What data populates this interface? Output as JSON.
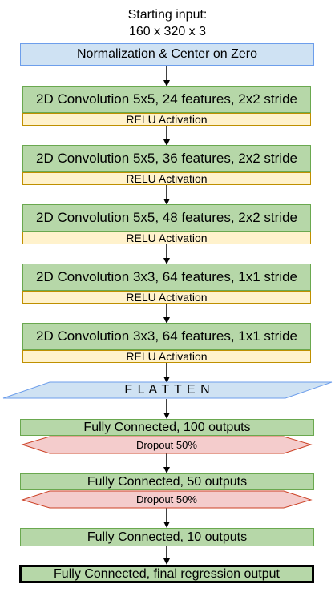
{
  "title": {
    "line1": "Starting input:",
    "line2": "160 x 320 x 3"
  },
  "normalization": "Normalization & Center on Zero",
  "conv_layers": [
    {
      "label": "2D Convolution 5x5, 24 features, 2x2 stride",
      "activation": "RELU Activation"
    },
    {
      "label": "2D Convolution 5x5, 36 features, 2x2 stride",
      "activation": "RELU Activation"
    },
    {
      "label": "2D Convolution 5x5, 48 features, 2x2 stride",
      "activation": "RELU Activation"
    },
    {
      "label": "2D Convolution 3x3, 64 features, 1x1 stride",
      "activation": "RELU Activation"
    },
    {
      "label": "2D Convolution 3x3, 64 features, 1x1 stride",
      "activation": "RELU Activation"
    }
  ],
  "flatten": "F L A T T E N",
  "fc_layers": [
    {
      "label": "Fully Connected, 100 outputs",
      "dropout": "Dropout 50%"
    },
    {
      "label": "Fully Connected, 50 outputs",
      "dropout": "Dropout 50%"
    },
    {
      "label": "Fully Connected, 10 outputs"
    }
  ],
  "final": "Fully Connected, final regression output",
  "colors": {
    "normalization_fill": "#cfe2f3",
    "conv_fill": "#b6d7a8",
    "relu_fill": "#fff2cc",
    "dropout_fill": "#f4cccc",
    "arrow": "#000000"
  }
}
